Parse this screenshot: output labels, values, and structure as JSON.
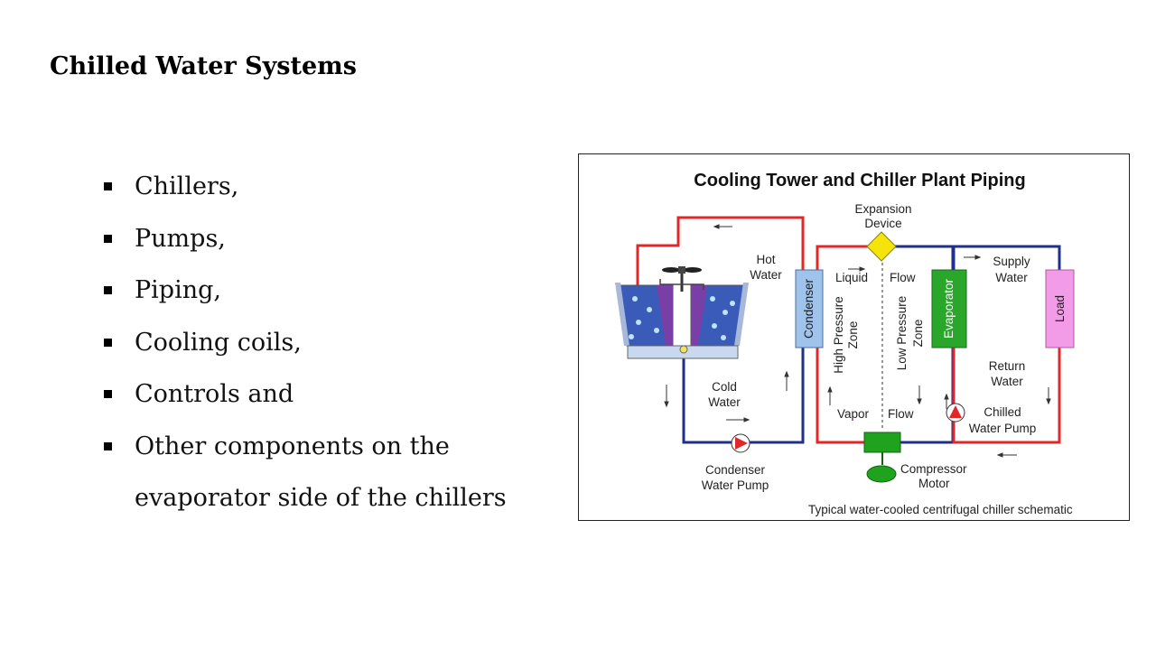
{
  "slide": {
    "title": "Chilled Water Systems",
    "bullets": [
      "Chillers,",
      "Pumps,",
      "Piping,",
      "Cooling coils,",
      "Controls and",
      "Other components on the evaporator side of the chillers"
    ]
  },
  "diagram": {
    "title": "Cooling Tower and Chiller Plant Piping",
    "caption": "Typical water-cooled centrifugal chiller schematic",
    "labels": {
      "expansion_1": "Expansion",
      "expansion_2": "Device",
      "hot_1": "Hot",
      "hot_2": "Water",
      "cold_1": "Cold",
      "cold_2": "Water",
      "liquid": "Liquid",
      "flow_top": "Flow",
      "vapor": "Vapor",
      "flow_bottom": "Flow",
      "high_pressure_1": "High Pressure",
      "high_pressure_2": "Zone",
      "low_pressure_1": "Low Pressure",
      "low_pressure_2": "Zone",
      "condenser": "Condenser",
      "evaporator": "Evaporator",
      "load": "Load",
      "supply_1": "Supply",
      "supply_2": "Water",
      "return_1": "Return",
      "return_2": "Water",
      "chilled_pump_1": "Chilled",
      "chilled_pump_2": "Water Pump",
      "condenser_pump_1": "Condenser",
      "condenser_pump_2": "Water Pump",
      "compressor_1": "Compressor",
      "compressor_2": "Motor"
    },
    "colors": {
      "hot_pipe": "#e02828",
      "cold_pipe": "#1f2f8a",
      "condenser": "#9fc3ea",
      "evaporator": "#2aa62a",
      "load": "#f29be6",
      "expansion_device": "#f5e40a",
      "compressor": "#1fa31f"
    }
  }
}
